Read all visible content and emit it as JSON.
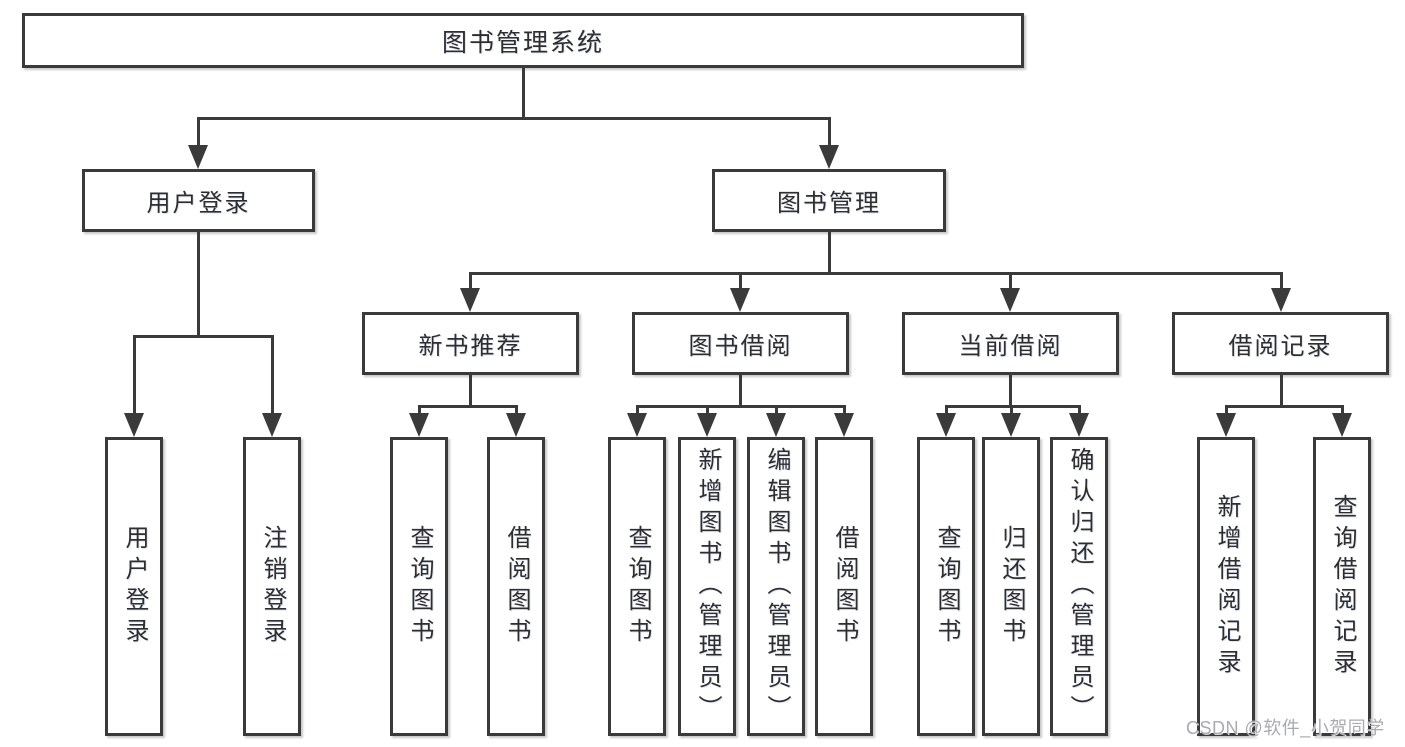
{
  "diagram": {
    "root": {
      "label": "图书管理系统"
    },
    "branches": [
      {
        "label": "用户登录",
        "children": [
          {
            "label": "用户登录"
          },
          {
            "label": "注销登录"
          }
        ]
      },
      {
        "label": "图书管理",
        "children": [
          {
            "label": "新书推荐",
            "children": [
              {
                "label": "查询图书"
              },
              {
                "label": "借阅图书"
              }
            ]
          },
          {
            "label": "图书借阅",
            "children": [
              {
                "label": "查询图书"
              },
              {
                "label": "新增图书（管理员）"
              },
              {
                "label": "编辑图书（管理员）"
              },
              {
                "label": "借阅图书"
              }
            ]
          },
          {
            "label": "当前借阅",
            "children": [
              {
                "label": "查询图书"
              },
              {
                "label": "归还图书"
              },
              {
                "label": "确认归还（管理员）"
              }
            ]
          },
          {
            "label": "借阅记录",
            "children": [
              {
                "label": "新增借阅记录"
              },
              {
                "label": "查询借阅记录"
              }
            ]
          }
        ]
      }
    ]
  },
  "watermark": {
    "text": "CSDN @软件_小贺同学"
  },
  "colors": {
    "background": "#ffffff",
    "box_border": "#3a3a3a",
    "line": "#3a3a3a",
    "text": "#2e2e2e",
    "watermark": "#a8abaf"
  }
}
